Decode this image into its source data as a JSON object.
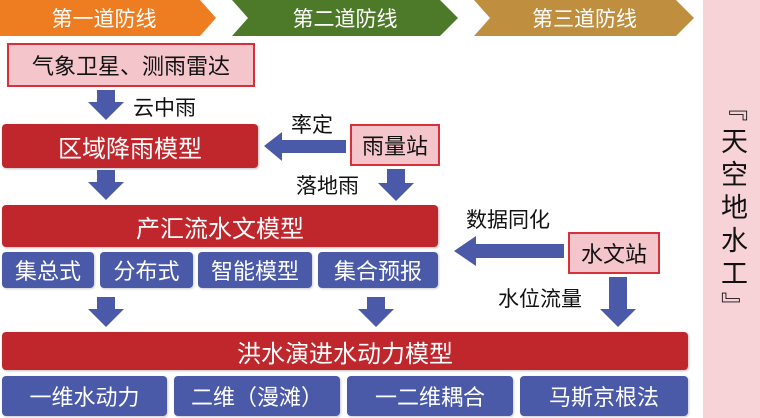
{
  "stages": [
    "第一道防线",
    "第二道防线",
    "第三道防线"
  ],
  "colors": {
    "stage1": "#ee7d22",
    "stage2": "#4d7a28",
    "stage3": "#bf8f3f",
    "red": "#c0272d",
    "blue": "#4a5aa8",
    "arrow": "#4a5aa8",
    "pink": "#f4c6cc"
  },
  "nodes": {
    "satellite": "气象卫星、测雨雷达",
    "regional_model": "区域降雨模型",
    "rain_station": "雨量站",
    "runoff_model": "产汇流水文模型",
    "hydro_station": "水文站",
    "flood_model": "洪水演进水动力模型"
  },
  "edge_labels": {
    "cloud_rain": "云中雨",
    "rate": "率定",
    "landfall_rain": "落地雨",
    "assimilation": "数据同化",
    "level_flow": "水位流量"
  },
  "runoff_types": [
    "集总式",
    "分布式",
    "智能模型",
    "集合预报"
  ],
  "flood_types": [
    "一维水动力",
    "二维（漫滩）",
    "一二维耦合",
    "马斯京根法"
  ],
  "side_title": "『天空地水工』"
}
